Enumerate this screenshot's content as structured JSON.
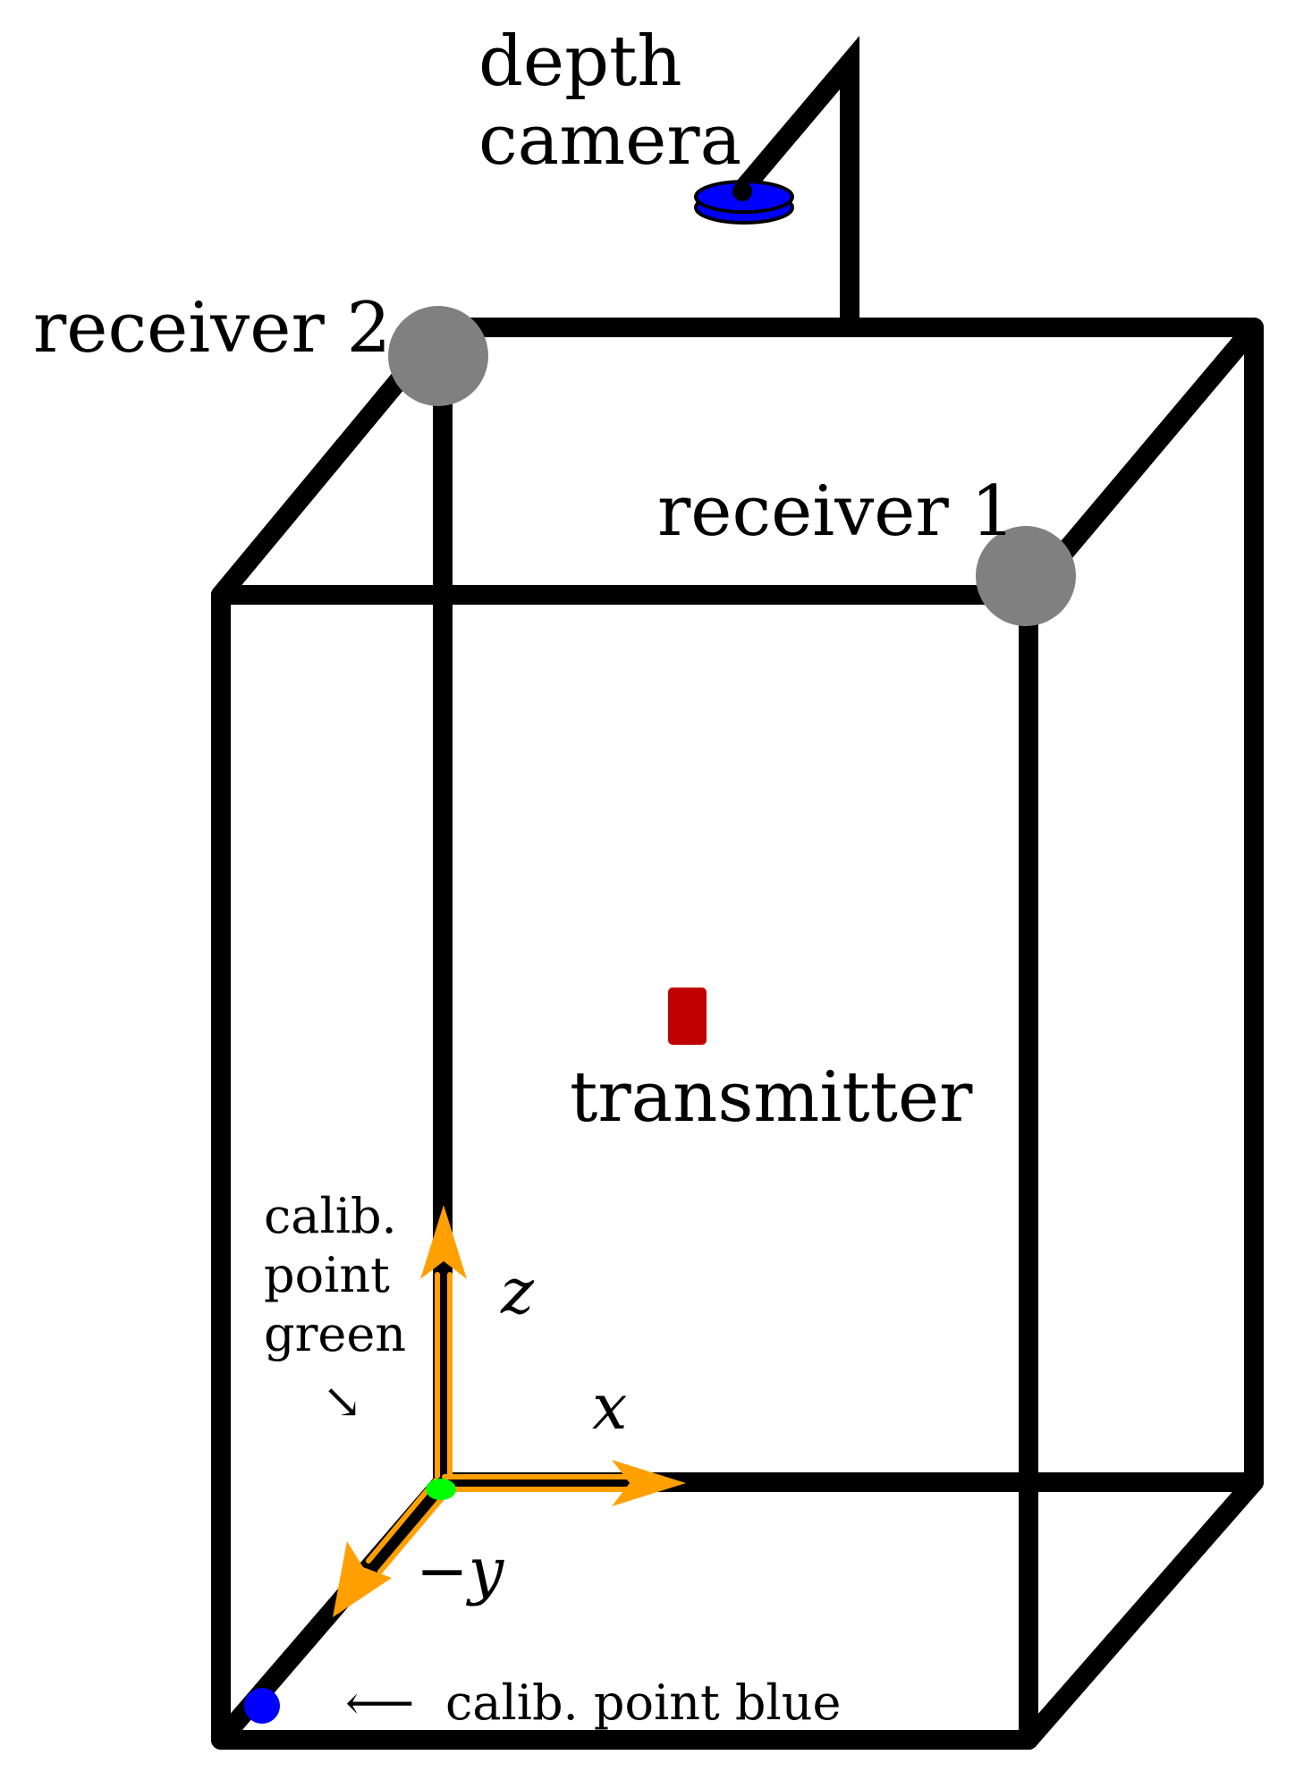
{
  "labels": {
    "depth_camera_line1": "depth",
    "depth_camera_line2": "camera",
    "receiver_2": "receiver 2",
    "receiver_1": "receiver 1",
    "transmitter": "transmitter",
    "calib_green_line1": "calib.",
    "calib_green_line2": "point",
    "calib_green_line3": "green",
    "calib_green_arrow": "↘",
    "calib_blue_arrow": "⟵",
    "calib_blue": "calib. point blue",
    "axis_z": "z",
    "axis_x": "x",
    "axis_minus_y": "−y"
  },
  "colors": {
    "frame": "#000000",
    "receiver": "#808080",
    "transmitter": "#c00000",
    "camera": "#0000ff",
    "axes": "#ffa000",
    "calib_green": "#00ff00",
    "calib_blue": "#0000ff"
  }
}
